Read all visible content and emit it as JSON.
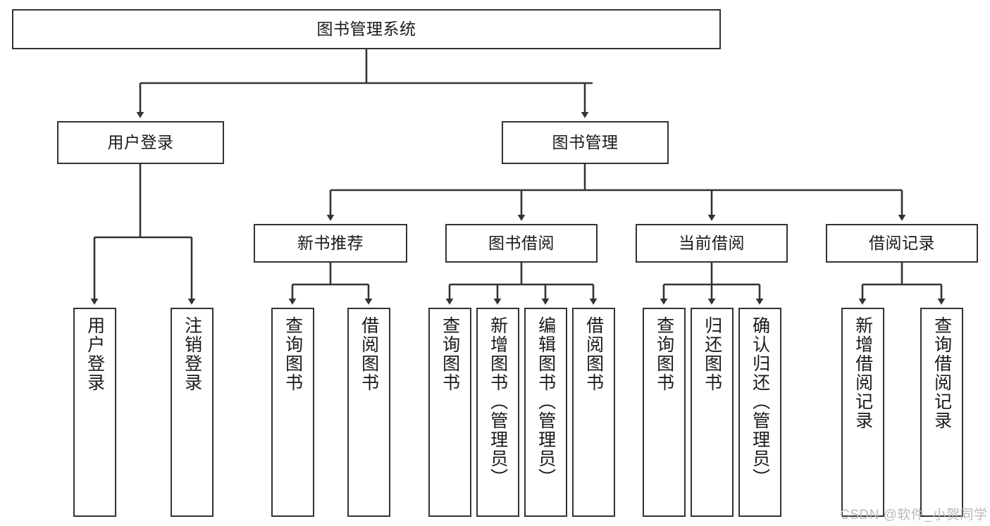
{
  "diagram": {
    "type": "tree-flowchart",
    "title": "图书管理系统",
    "orientation": "top-down",
    "colors": {
      "box_border": "#333333",
      "box_fill": "#ffffff",
      "text": "#1a1a1a",
      "connector": "#333333",
      "watermark": "#b9b9b9"
    },
    "nodes": {
      "root": {
        "label": "图书管理系统",
        "level": 0
      },
      "l1": [
        {
          "id": "user-login",
          "label": "用户登录",
          "level": 1
        },
        {
          "id": "book-manage",
          "label": "图书管理",
          "level": 1
        }
      ],
      "l2": [
        {
          "id": "new-book-recommend",
          "label": "新书推荐",
          "level": 2,
          "parent": "book-manage"
        },
        {
          "id": "book-borrow",
          "label": "图书借阅",
          "level": 2,
          "parent": "book-manage"
        },
        {
          "id": "current-borrow",
          "label": "当前借阅",
          "level": 2,
          "parent": "book-manage"
        },
        {
          "id": "borrow-record",
          "label": "借阅记录",
          "level": 2,
          "parent": "book-manage"
        }
      ],
      "leaves": [
        {
          "id": "leaf-user-login",
          "label": "用户登录",
          "parent": "user-login"
        },
        {
          "id": "leaf-user-logout",
          "label": "注销登录",
          "parent": "user-login"
        },
        {
          "id": "leaf-query-book-1",
          "label": "查询图书",
          "parent": "new-book-recommend"
        },
        {
          "id": "leaf-borrow-book-1",
          "label": "借阅图书",
          "parent": "new-book-recommend"
        },
        {
          "id": "leaf-query-book-2",
          "label": "查询图书",
          "parent": "book-borrow"
        },
        {
          "id": "leaf-add-book",
          "label": "新增图书（管理员）",
          "parent": "book-borrow"
        },
        {
          "id": "leaf-edit-book",
          "label": "编辑图书（管理员）",
          "parent": "book-borrow"
        },
        {
          "id": "leaf-borrow-book-2",
          "label": "借阅图书",
          "parent": "book-borrow"
        },
        {
          "id": "leaf-query-book-3",
          "label": "查询图书",
          "parent": "current-borrow"
        },
        {
          "id": "leaf-return-book",
          "label": "归还图书",
          "parent": "current-borrow"
        },
        {
          "id": "leaf-confirm-return",
          "label": "确认归还（管理员）",
          "parent": "current-borrow"
        },
        {
          "id": "leaf-add-record",
          "label": "新增借阅记录",
          "parent": "borrow-record"
        },
        {
          "id": "leaf-query-record",
          "label": "查询借阅记录",
          "parent": "borrow-record"
        }
      ]
    },
    "watermark": "CSDN @软件_小贺同学"
  }
}
